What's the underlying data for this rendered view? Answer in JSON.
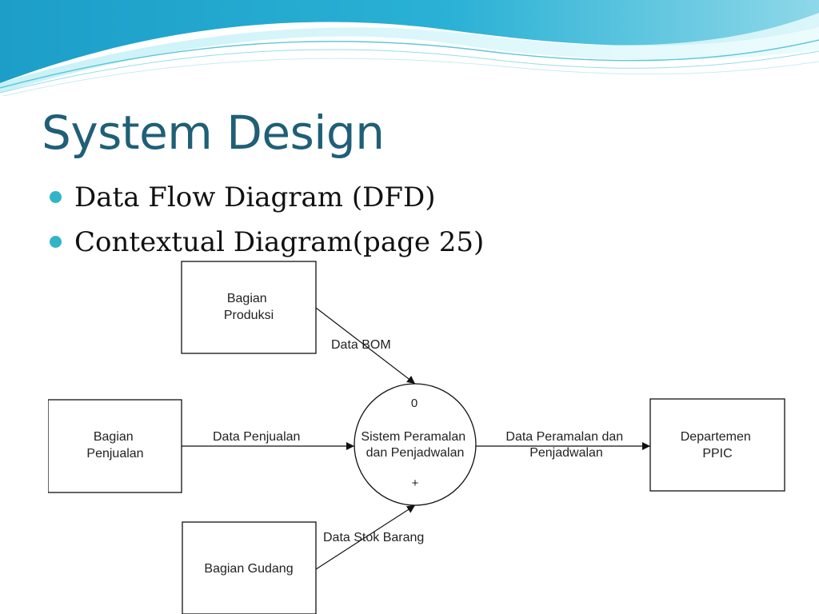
{
  "slide": {
    "title": "System Design",
    "bullets": [
      "Data Flow Diagram (DFD)",
      "Contextual Diagram(page 25)"
    ],
    "accent_color": "#32b4c8",
    "title_color": "#1f5f77"
  },
  "diagram": {
    "entities": {
      "produksi": [
        "Bagian",
        "Produksi"
      ],
      "penjualan": [
        "Bagian",
        "Penjualan"
      ],
      "gudang": "Bagian Gudang",
      "ppic": [
        "Departemen",
        "PPIC"
      ]
    },
    "process": {
      "number": "0",
      "name": [
        "Sistem Peramalan",
        "dan Penjadwalan"
      ],
      "symbol": "+"
    },
    "flows": {
      "bom": "Data BOM",
      "penjualan": "Data Penjualan",
      "stok": "Data Stok Barang",
      "output": [
        "Data Peramalan dan",
        "Penjadwalan"
      ]
    }
  }
}
